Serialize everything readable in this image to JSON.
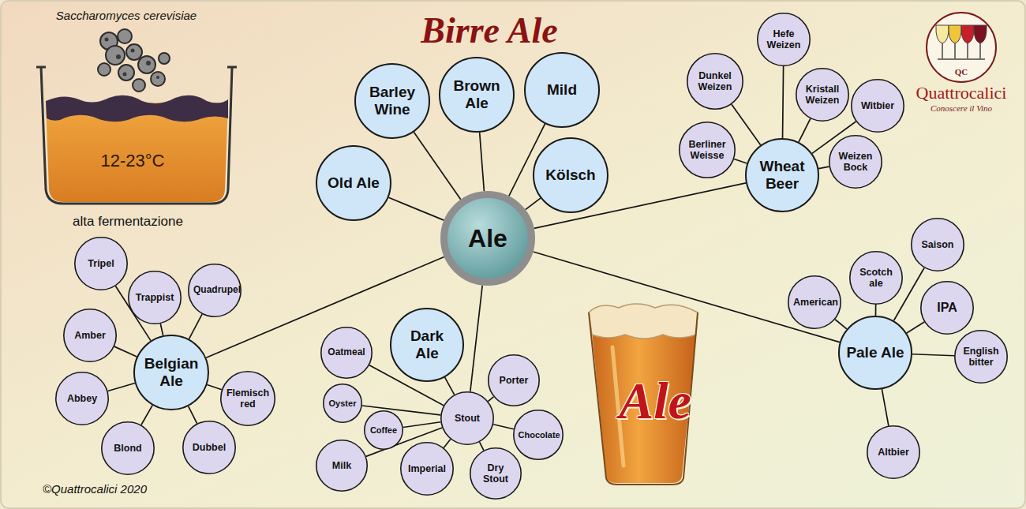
{
  "diagram": {
    "title": "Birre Ale",
    "nodes": [
      {
        "text": [
          "Barley Wine"
        ]
      },
      {
        "text": [
          "Brown Ale"
        ]
      },
      {
        "text": [
          "Mild"
        ]
      },
      {
        "text": [
          "Old Ale"
        ]
      },
      {
        "text": [
          "Kölsch"
        ]
      },
      {
        "text": [
          "Ale"
        ]
      },
      {
        "text": [
          "Hefe Weizen"
        ]
      },
      {
        "text": [
          "Dunkel Weizen"
        ]
      },
      {
        "text": [
          "Kristall Weizen"
        ]
      },
      {
        "text": [
          "Witbier"
        ]
      },
      {
        "text": [
          "Berliner Weisse"
        ]
      },
      {
        "text": [
          "Weizen Bock"
        ]
      },
      {
        "text": [
          "Wheat Beer"
        ]
      },
      {
        "text": [
          "Saison"
        ]
      },
      {
        "text": [
          "Scotch ale"
        ]
      },
      {
        "text": [
          "American"
        ]
      },
      {
        "text": [
          "IPA"
        ]
      },
      {
        "text": [
          "English bitter"
        ]
      },
      {
        "text": [
          "Pale Ale"
        ]
      },
      {
        "text": [
          "Altbier"
        ]
      },
      {
        "text": [
          "Tripel"
        ]
      },
      {
        "text": [
          "Trappist"
        ]
      },
      {
        "text": [
          "Quadrupel"
        ]
      },
      {
        "text": [
          "Amber"
        ]
      },
      {
        "text": [
          "Belgian Ale"
        ]
      },
      {
        "text": [
          "Abbey"
        ]
      },
      {
        "text": [
          "Flemisch red"
        ]
      },
      {
        "text": [
          "Blond"
        ]
      },
      {
        "text": [
          "Dubbel"
        ]
      },
      {
        "text": [
          "Dark Ale"
        ]
      },
      {
        "text": [
          "Oatmeal"
        ]
      },
      {
        "text": [
          "Porter"
        ]
      },
      {
        "text": [
          "Oyster"
        ]
      },
      {
        "text": [
          "Stout"
        ]
      },
      {
        "text": [
          "Coffee"
        ]
      },
      {
        "text": [
          "Chocolate"
        ]
      },
      {
        "text": [
          "Milk"
        ]
      },
      {
        "text": [
          "Imperial"
        ]
      },
      {
        "text": [
          "Dry Stout"
        ]
      }
    ],
    "edges": [
      {
        "from": 5,
        "to": 0,
        "arrow": "none"
      },
      {
        "from": 5,
        "to": 1,
        "arrow": "none"
      },
      {
        "from": 5,
        "to": 2,
        "arrow": "none"
      },
      {
        "from": 5,
        "to": 3,
        "arrow": "none"
      },
      {
        "from": 5,
        "to": 4,
        "arrow": "none"
      },
      {
        "from": 5,
        "to": 12,
        "arrow": "none"
      },
      {
        "from": 5,
        "to": 18,
        "arrow": "none"
      },
      {
        "from": 5,
        "to": 24,
        "arrow": "none"
      },
      {
        "from": 5,
        "to": 33,
        "arrow": "none"
      },
      {
        "from": 12,
        "to": 6,
        "arrow": "none"
      },
      {
        "from": 12,
        "to": 7,
        "arrow": "none"
      },
      {
        "from": 12,
        "to": 8,
        "arrow": "none"
      },
      {
        "from": 12,
        "to": 9,
        "arrow": "none"
      },
      {
        "from": 12,
        "to": 10,
        "arrow": "none"
      },
      {
        "from": 12,
        "to": 11,
        "arrow": "none"
      },
      {
        "from": 18,
        "to": 13,
        "arrow": "none"
      },
      {
        "from": 18,
        "to": 14,
        "arrow": "none"
      },
      {
        "from": 18,
        "to": 15,
        "arrow": "none"
      },
      {
        "from": 18,
        "to": 16,
        "arrow": "none"
      },
      {
        "from": 18,
        "to": 17,
        "arrow": "none"
      },
      {
        "from": 18,
        "to": 19,
        "arrow": "none"
      },
      {
        "from": 24,
        "to": 20,
        "arrow": "none"
      },
      {
        "from": 24,
        "to": 21,
        "arrow": "none"
      },
      {
        "from": 24,
        "to": 22,
        "arrow": "none"
      },
      {
        "from": 24,
        "to": 23,
        "arrow": "none"
      },
      {
        "from": 24,
        "to": 25,
        "arrow": "none"
      },
      {
        "from": 24,
        "to": 26,
        "arrow": "none"
      },
      {
        "from": 24,
        "to": 27,
        "arrow": "none"
      },
      {
        "from": 24,
        "to": 28,
        "arrow": "none"
      },
      {
        "from": 33,
        "to": 29,
        "arrow": "none"
      },
      {
        "from": 33,
        "to": 30,
        "arrow": "none"
      },
      {
        "from": 33,
        "to": 31,
        "arrow": "none"
      },
      {
        "from": 33,
        "to": 32,
        "arrow": "none"
      },
      {
        "from": 33,
        "to": 34,
        "arrow": "none"
      },
      {
        "from": 33,
        "to": 35,
        "arrow": "none"
      },
      {
        "from": 33,
        "to": 36,
        "arrow": "none"
      },
      {
        "from": 33,
        "to": 37,
        "arrow": "none"
      },
      {
        "from": 33,
        "to": 38,
        "arrow": "none"
      }
    ],
    "labels": [
      "Saccharomyces cerevisiae",
      "12-23°C",
      "alta fermentazione",
      "©Quattrocalici 2020",
      "QC",
      "Quattrocalici",
      "Conoscere il Vino",
      "Ale"
    ]
  }
}
